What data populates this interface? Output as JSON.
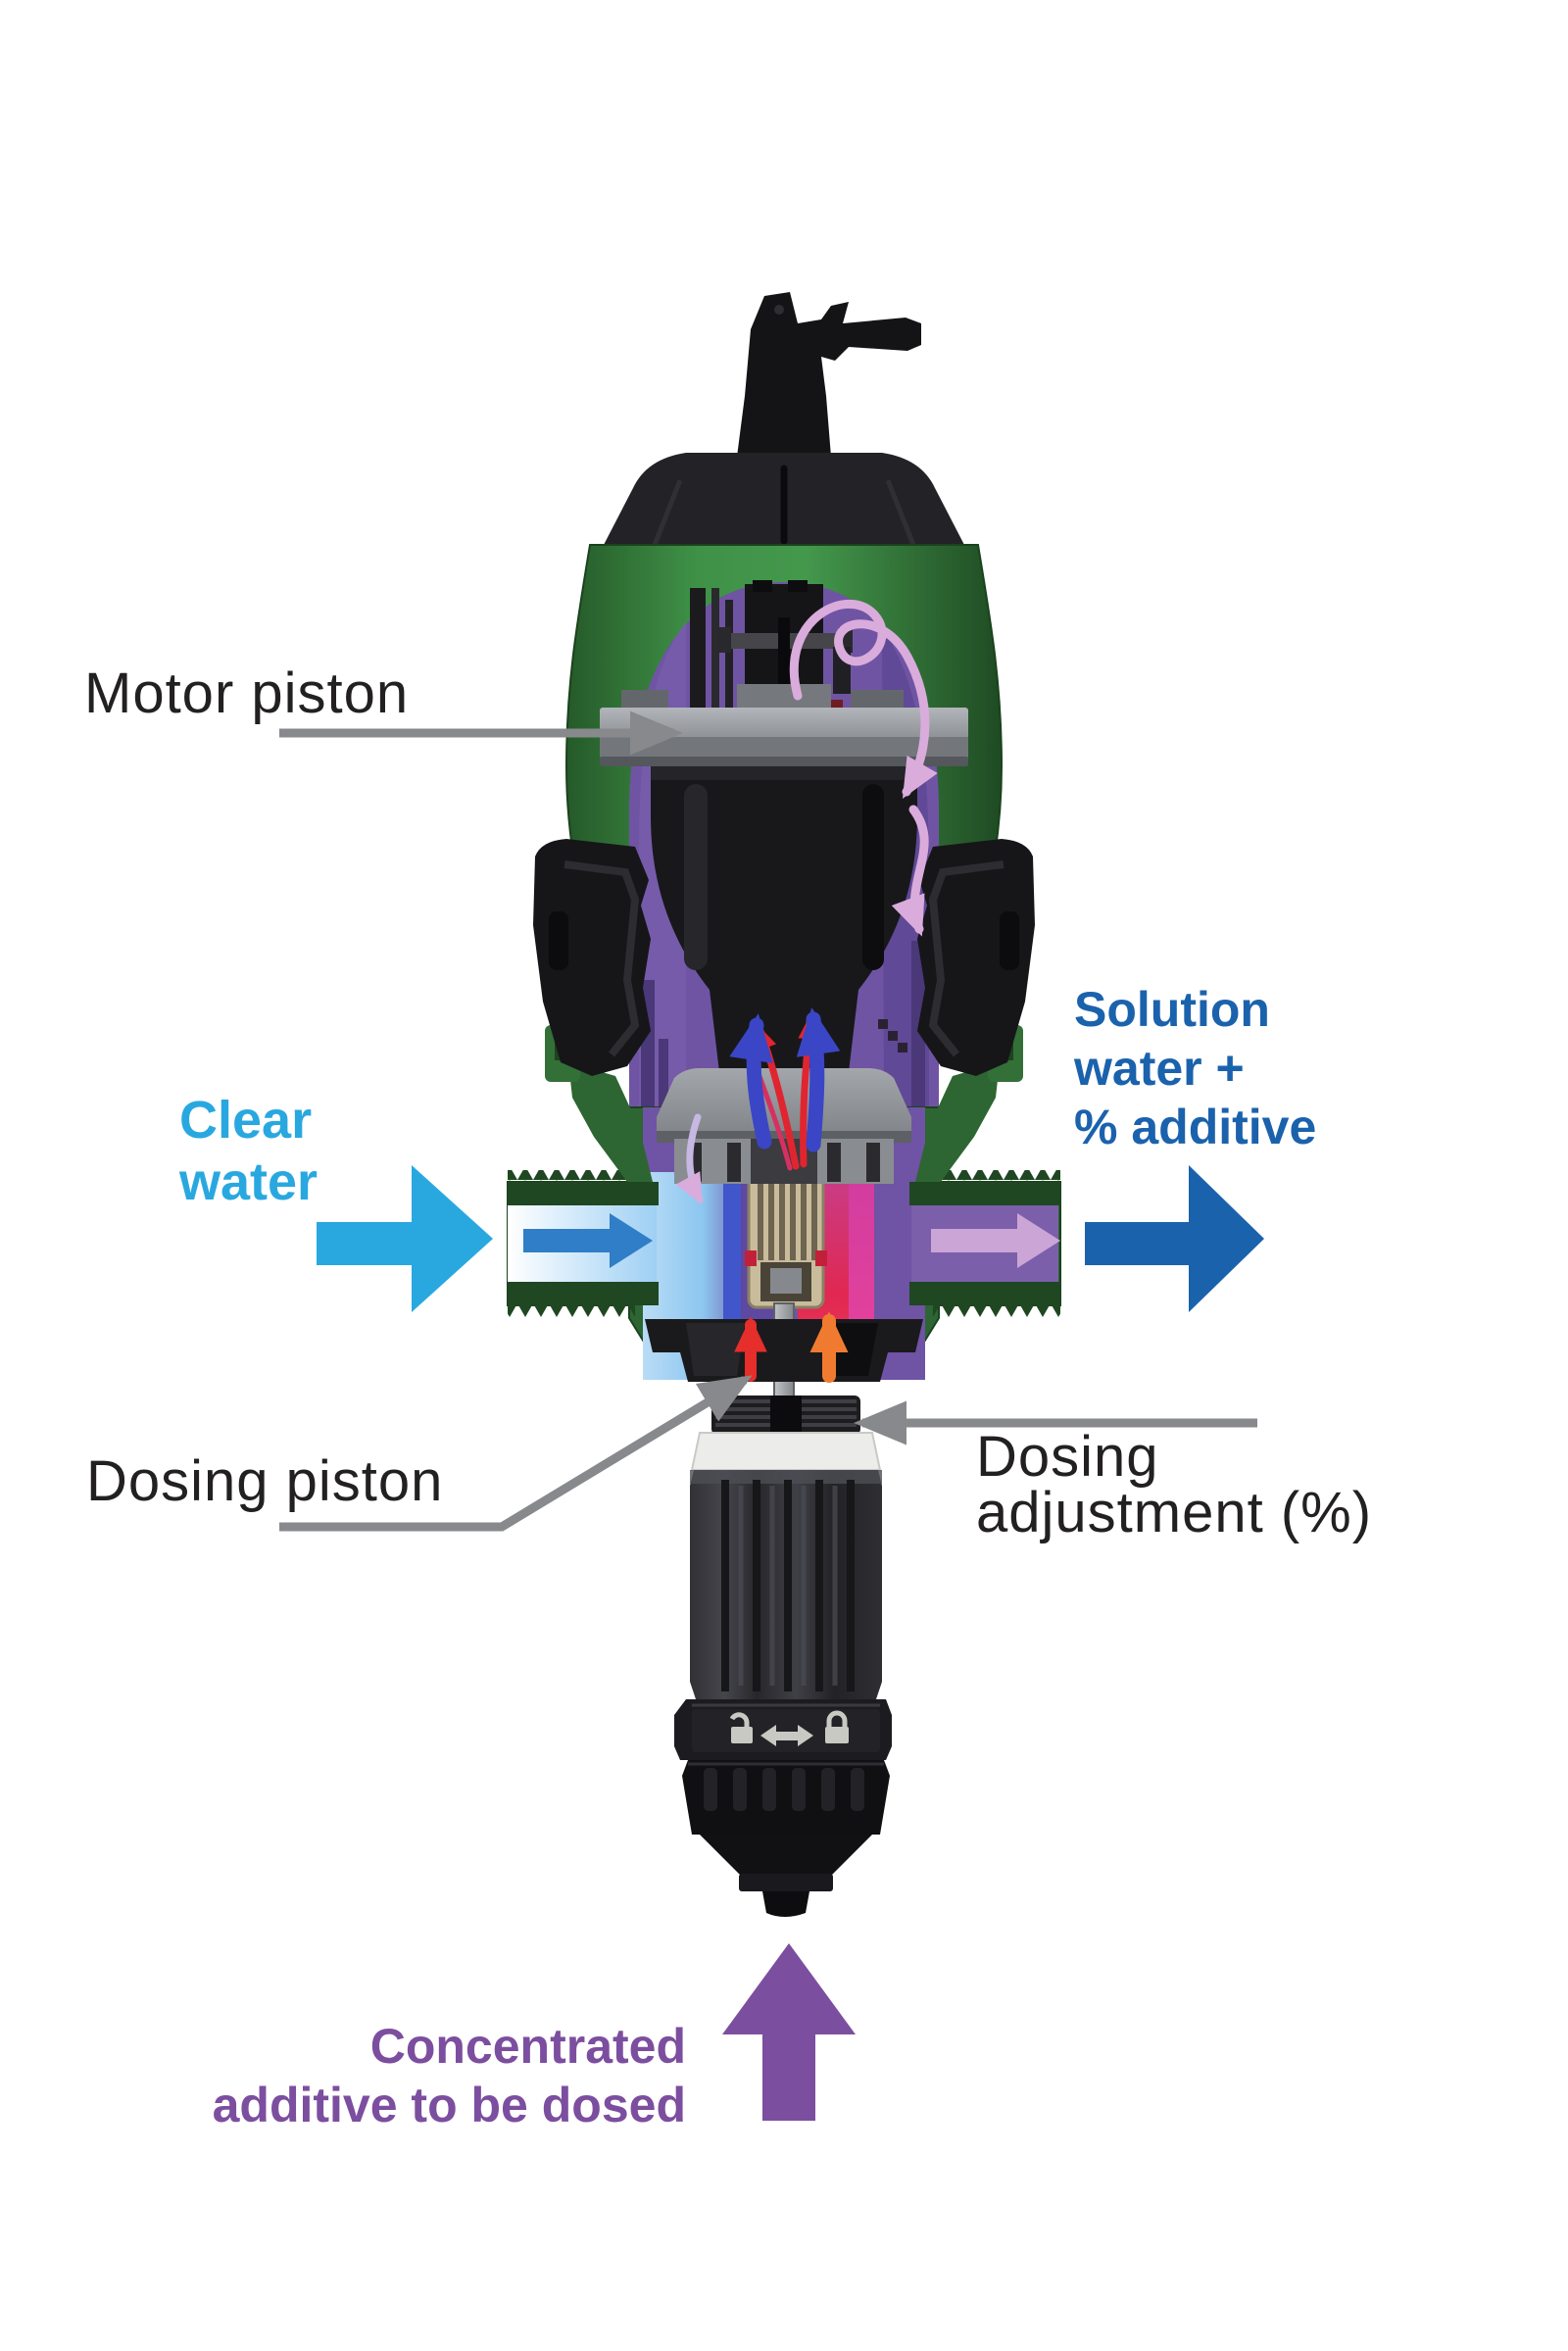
{
  "page": {
    "background": "#FFFFFF",
    "description": "Cutaway diagram of a proportional dosing pump showing clear water inlet, internal motor piston, dosing piston and concentrated additive flow"
  },
  "labels": {
    "motor_piston": "Motor piston",
    "dosing_piston": "Dosing piston",
    "dosing_adjustment_line1": "Dosing",
    "dosing_adjustment_line2": "adjustment (%)",
    "clear_water_line1": "Clear",
    "clear_water_line2": "water",
    "solution_line1": "Solution",
    "solution_line2": "water +",
    "solution_line3": "% additive",
    "concentrated_line1": "Concentrated",
    "concentrated_line2": "additive to be dosed"
  },
  "colors": {
    "clear_water": "#29A8E0",
    "solution": "#1B62AD",
    "concentrated_additive": "#7C4E9F",
    "label_text": "#232021",
    "leader_line": "#87898C",
    "pump_green": "#3F9147",
    "pump_green_dark": "#1F4B23",
    "interior_purple": "#7054A4",
    "water_blue": "#9FD0F3",
    "additive_red": "#E02852",
    "flow_pink": "#D9ACDC",
    "motor_black": "#18181B",
    "piston_gray": "#8D9195"
  },
  "icons": {
    "top_vent": "air-bleed-valve-icon",
    "unlock": "open-padlock-icon",
    "lock": "closed-padlock-icon",
    "dose_range": "double-headed-arrow-icon"
  }
}
